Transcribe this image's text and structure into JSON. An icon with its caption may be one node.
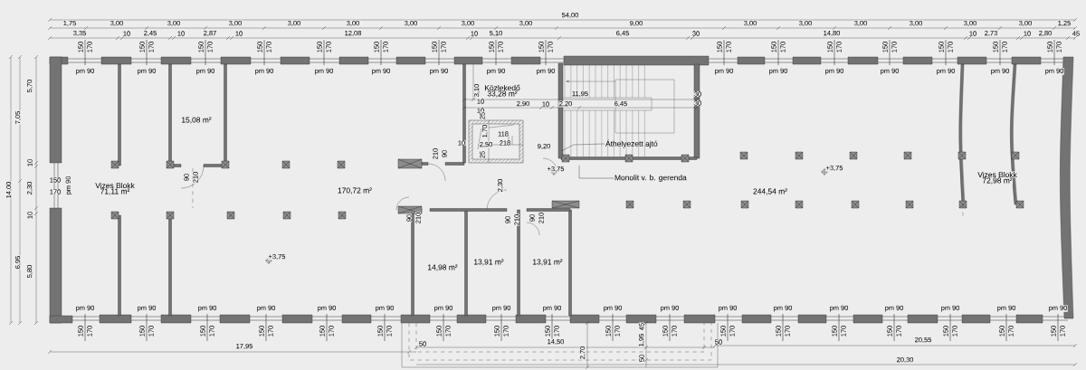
{
  "diagram": {
    "nodes": [
      {
        "text": [
          "Áthelyezett ajtó"
        ]
      },
      {
        "text": [
          "Monolit v. b. gerenda"
        ]
      }
    ],
    "edges": [
      {
        "from": 0,
        "to": null,
        "arrow": "none"
      },
      {
        "from": 1,
        "to": null,
        "arrow": "none"
      }
    ],
    "labels": [
      "54,00",
      "1,75",
      "3,00",
      "3,00",
      "3,00",
      "3,00",
      "3,00",
      "3,00",
      "3,00",
      "3,00",
      "9,00",
      "3,00",
      "3,00",
      "3,00",
      "3,00",
      "3,00",
      "3,00",
      "1,25",
      "3,35",
      "10",
      "2,45",
      "10",
      "2,87",
      "10",
      "12,08",
      "10",
      "5,10",
      "6,45",
      "30",
      "14,80",
      "10",
      "2,73",
      "10",
      "2,80",
      "45",
      "150",
      "170",
      "pm 90",
      "150",
      "170",
      "pm 90",
      "150",
      "170",
      "pm 90",
      "150",
      "170",
      "pm 90",
      "150",
      "170",
      "pm 90",
      "150",
      "170",
      "pm 90",
      "150",
      "170",
      "pm 90",
      "150",
      "170",
      "pm 90",
      "150",
      "170",
      "pm 90",
      "150",
      "170",
      "pm 90",
      "150",
      "170",
      "pm 90",
      "150",
      "170",
      "pm 90",
      "150",
      "170",
      "pm 90",
      "150",
      "170",
      "pm 90",
      "150",
      "170",
      "pm 90",
      "150",
      "170",
      "pm 90",
      "14,00",
      "7,05",
      "6,95",
      "5,70",
      "10",
      "2,30",
      "10",
      "5,80",
      "150",
      "170",
      "pm 90",
      "Közlekedő",
      "33,28 m²",
      "15,08 m²",
      "Vizes Blokk",
      "71,11 m²",
      "170,72 m²",
      "244,54 m²",
      "Vizes Blokk",
      "72,98 m²",
      "14,98 m²",
      "13,91 m²",
      "13,91 m²",
      "+3,75",
      "+3,75",
      "+3,75",
      "3,10",
      "10",
      "10",
      "2,90",
      "10",
      "2,20",
      "11,95",
      "6,45",
      "30",
      "30",
      "25",
      "1,70",
      "118",
      "10",
      "2,50",
      "218",
      "9,20",
      "25",
      "2,30",
      "90",
      "210",
      "210",
      "90",
      "90",
      "210",
      "90",
      "210",
      "90",
      "210",
      "pm 90",
      "150",
      "170",
      "pm 90",
      "150",
      "170",
      "pm 90",
      "150",
      "170",
      "pm 90",
      "150",
      "170",
      "pm 90",
      "150",
      "170",
      "pm 90",
      "150",
      "170",
      "pm 90",
      "150",
      "170",
      "pm 90",
      "150",
      "170",
      "pm 90",
      "150",
      "170",
      "pm 90",
      "150",
      "170",
      "pm 90",
      "150",
      "170",
      "pm 90",
      "150",
      "170",
      "pm 90",
      "150",
      "170",
      "pm 90",
      "150",
      "170",
      "pm 90",
      "150",
      "170",
      "pm 90",
      "150",
      "170",
      "pm 90",
      "150",
      "170",
      "pm 90",
      "150",
      "170",
      "17,95",
      "50",
      "14,50",
      "50",
      "2,70",
      "45",
      "1,95",
      "50",
      "20,55",
      "20,30"
    ]
  }
}
